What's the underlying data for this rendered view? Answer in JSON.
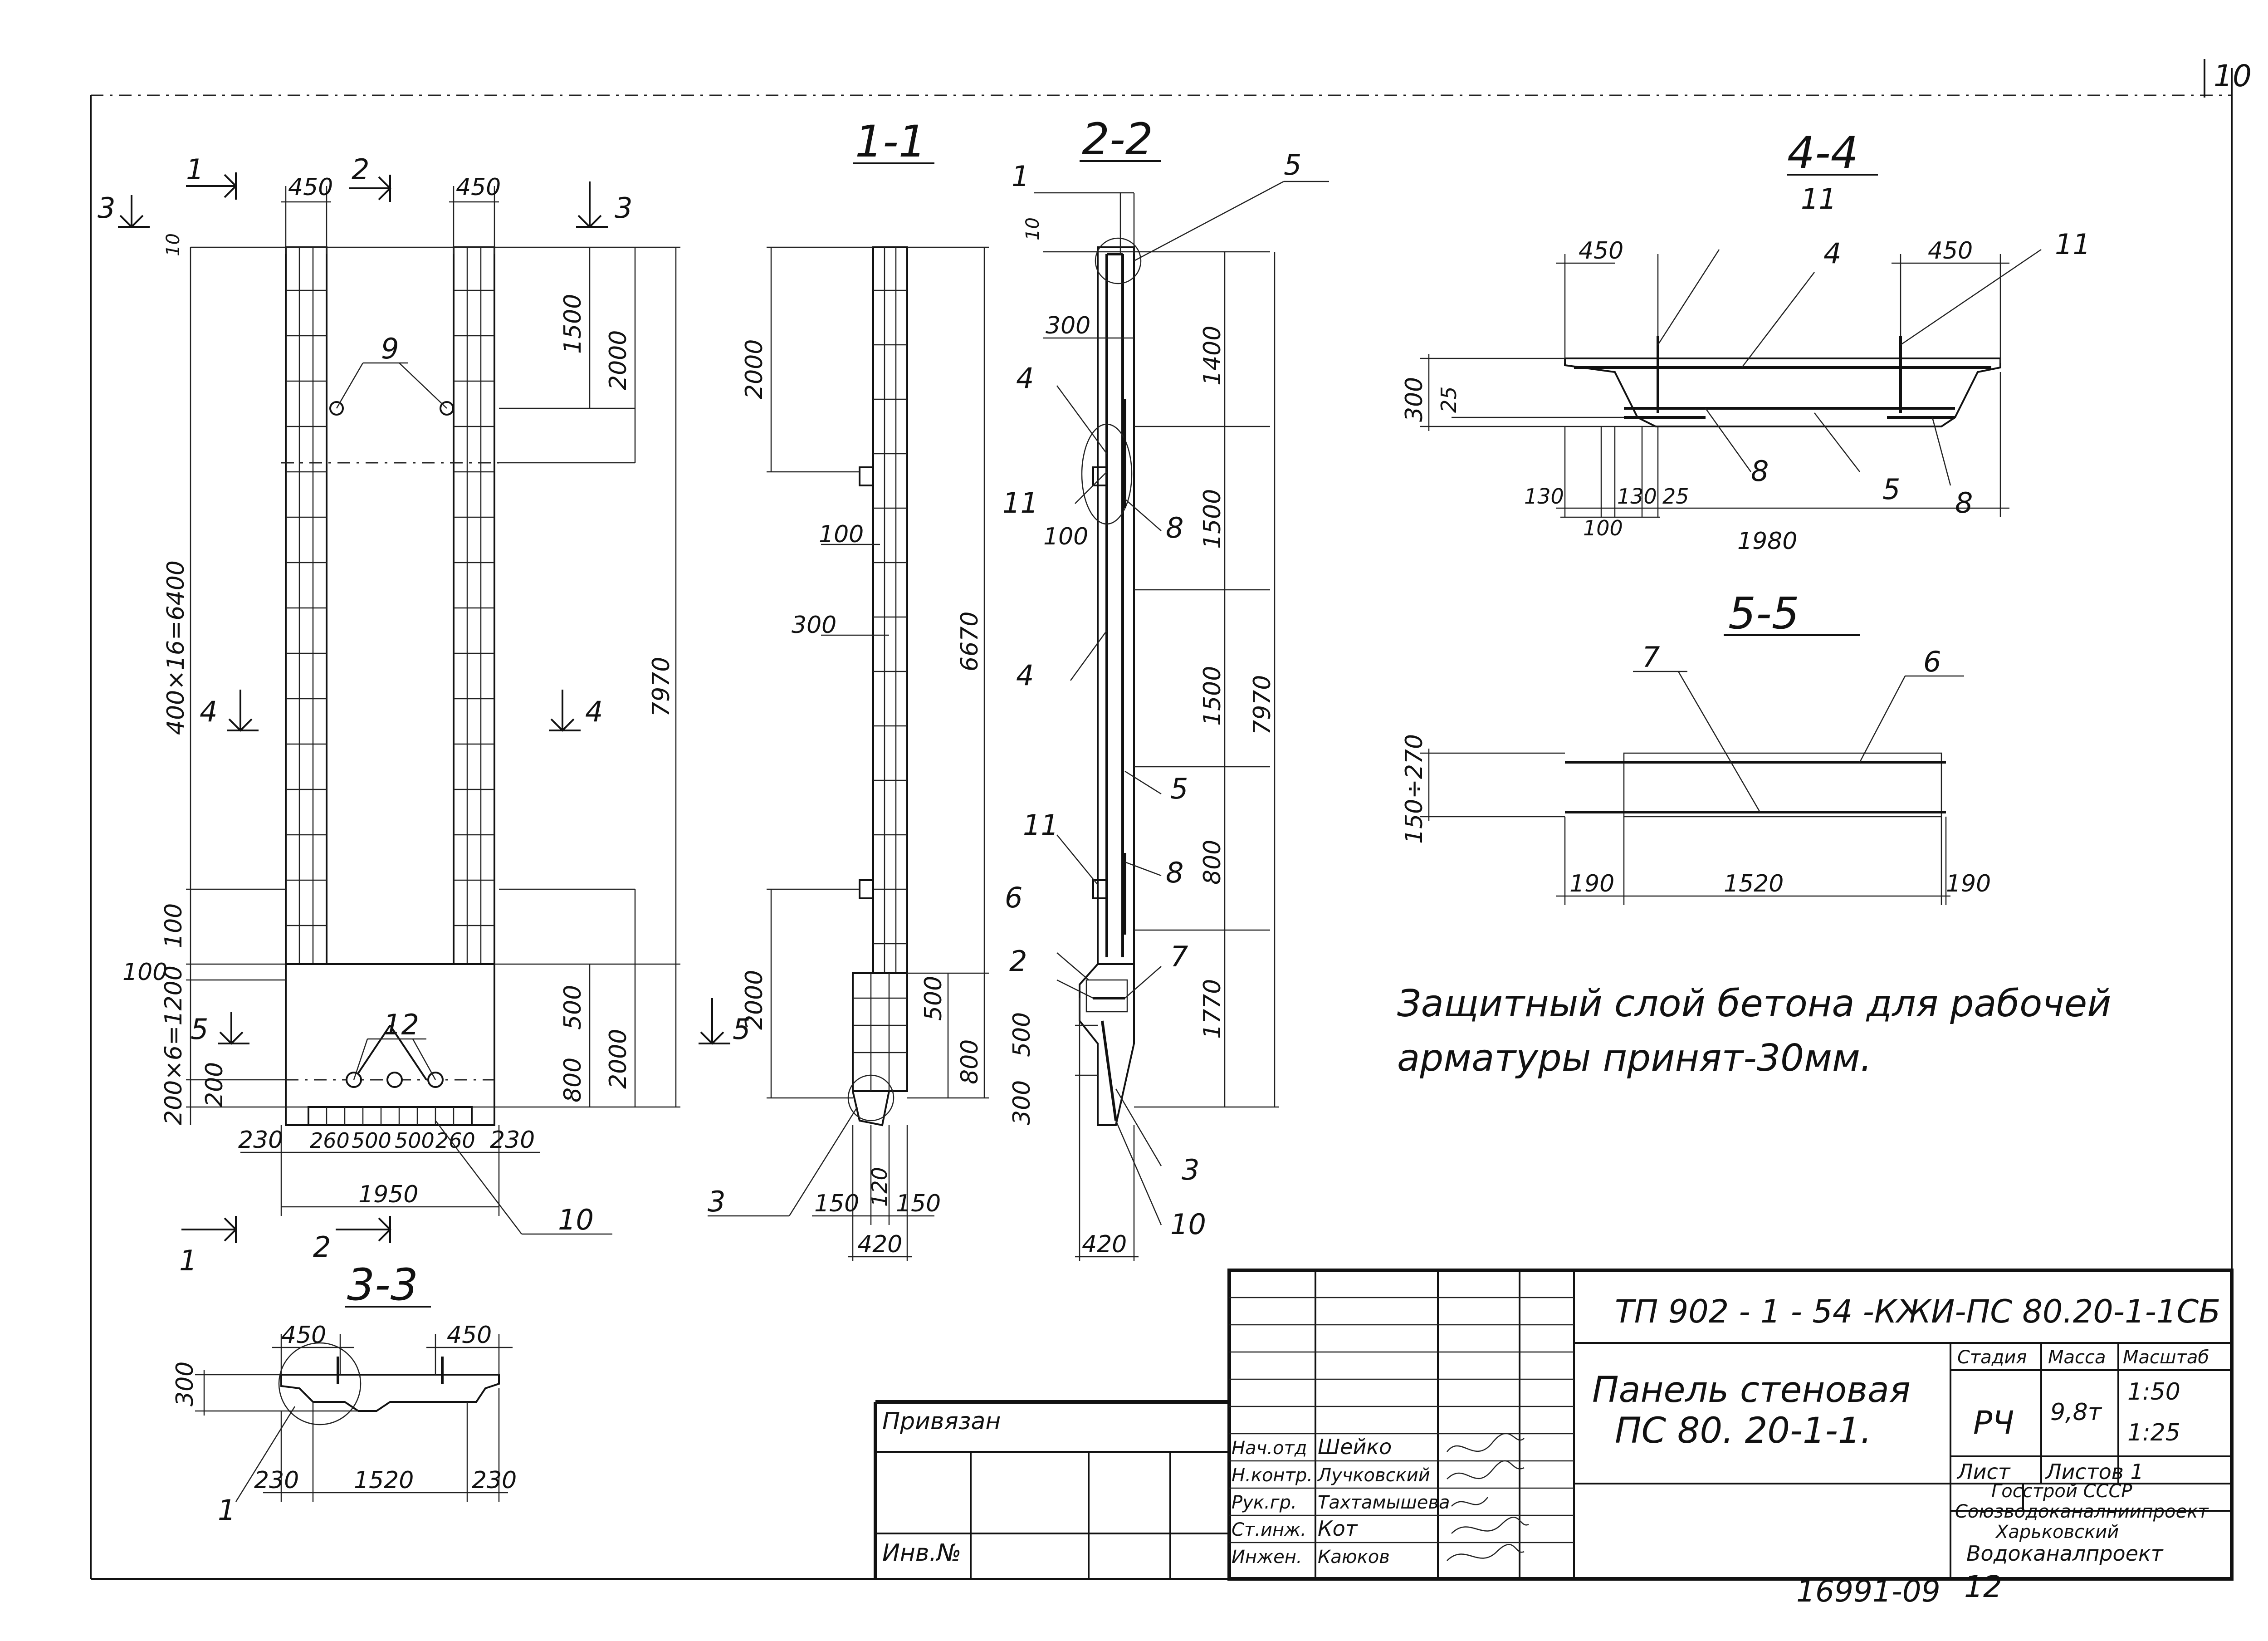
{
  "sheet": {
    "page_number": "10",
    "bottom_archive_number": "16991-09",
    "bottom_sheet_number": "12"
  },
  "note": {
    "line1": "Защитный слой бетона для рабочей",
    "line2": "арматуры принят-30мм."
  },
  "sections": {
    "s11": "1-1",
    "s22": "2-2",
    "s33": "3-3",
    "s44": "4-4",
    "s55": "5-5"
  },
  "cut_marks": {
    "one": "1",
    "two": "2",
    "three": "3",
    "four": "4",
    "five": "5"
  },
  "elevation": {
    "top_w1": "450",
    "top_w2": "450",
    "d10": "10",
    "d1500": "1500",
    "d2000_top": "2000",
    "d6400": "400×16=6400",
    "d7970": "7970",
    "d100a": "100",
    "d100b": "100",
    "d1200": "200×6=1200",
    "d200": "200",
    "d500": "500",
    "d800": "800",
    "d2000_bot": "2000",
    "b230a": "230",
    "b260a": "260",
    "b500a": "500",
    "b500b": "500",
    "b260b": "260",
    "b230b": "230",
    "b1950": "1950",
    "pos9": "9",
    "pos12": "12",
    "pos10": "10"
  },
  "section11": {
    "d2000a": "2000",
    "d100": "100",
    "d300": "300",
    "d6670": "6670",
    "d2000b": "2000",
    "d500": "500",
    "d800": "800",
    "b150a": "150",
    "b120": "120",
    "b150b": "150",
    "b420": "420",
    "pos3": "3"
  },
  "section22": {
    "pos1": "1",
    "pos5a": "5",
    "d10": "10",
    "d300": "300",
    "d1400": "1400",
    "pos4a": "4",
    "pos11a": "11",
    "d100": "100",
    "pos8a": "8",
    "d1500a": "1500",
    "pos4b": "4",
    "d1500b": "1500",
    "d7970": "7970",
    "pos5b": "5",
    "pos11b": "11",
    "pos8b": "8",
    "d800": "800",
    "pos6": "6",
    "pos2": "2",
    "pos7": "7",
    "d1770": "1770",
    "d500": "500",
    "d300b": "300",
    "pos3": "3",
    "pos10": "10",
    "b420": "420"
  },
  "section33": {
    "w450a": "450",
    "w450b": "450",
    "h300": "300",
    "b230a": "230",
    "b1520": "1520",
    "b230b": "230",
    "pos1": "1"
  },
  "section44": {
    "w450a": "450",
    "w450b": "450",
    "pos11a": "11",
    "pos11b": "11",
    "pos4": "4",
    "h300": "300",
    "h25": "25",
    "pos8a": "8",
    "pos5": "5",
    "pos8b": "8",
    "b130a": "130",
    "b130b": "130",
    "b25": "25",
    "b100": "100",
    "b1980": "1980"
  },
  "section55": {
    "pos7": "7",
    "pos6": "6",
    "h150_270": "150÷270",
    "b190a": "190",
    "b1520": "1520",
    "b190b": "190"
  },
  "title_block": {
    "code": "ТП 902 - 1 - 54  -КЖИ-ПС 80.20-1-1СБ",
    "name_line1": "Панель стеновая",
    "name_line2": "ПС 80. 20-1-1.",
    "bound_label": "Привязан",
    "inv_label": "Инв.№",
    "stage_hdr": "Стадия",
    "mass_hdr": "Масса",
    "scale_hdr": "Масштаб",
    "stage_val": "РЧ",
    "mass_val": "9,8т",
    "scale_val1": "1:50",
    "scale_val2": "1:25",
    "sheet_lbl": "Лист",
    "sheets_lbl": "Листов 1",
    "org_line1": "Госстрой СССР",
    "org_line2": "Союзводоканалниипроект",
    "org_line3": "Харьковский",
    "org_line4": "Водоканалпроект",
    "roles": [
      {
        "role": "Нач.отд",
        "name": "Шейко"
      },
      {
        "role": "Н.контр.",
        "name": "Лучковский"
      },
      {
        "role": "Рук.гр.",
        "name": "Тахтамышева"
      },
      {
        "role": "Ст.инж.",
        "name": "Кот"
      },
      {
        "role": "Инжен.",
        "name": "Каюков"
      }
    ]
  }
}
